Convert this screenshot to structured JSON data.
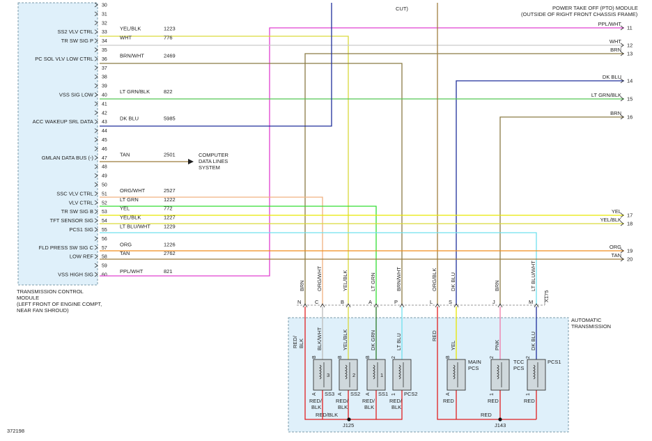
{
  "top_note": "CUT)",
  "pto_module": {
    "line1": "POWER TAKE OFF (PTO) MODULE",
    "line2": "(OUTSIDE OF RIGHT FRONT CHASSIS FRAME)"
  },
  "tcm": {
    "line1": "TRANSMISSION CONTROL",
    "line2": "MODULE",
    "line3": "(LEFT FRONT OF ENGINE COMPT,",
    "line4": "NEAR FAN SHROUD)"
  },
  "tcm_pins": [
    "30",
    "31",
    "32",
    "33",
    "34",
    "35",
    "36",
    "37",
    "38",
    "39",
    "40",
    "41",
    "42",
    "43",
    "44",
    "45",
    "46",
    "47",
    "48",
    "49",
    "50",
    "51",
    "52",
    "53",
    "54",
    "55",
    "56",
    "57",
    "58",
    "59",
    "60"
  ],
  "tcm_signals": [
    {
      "pin": "33",
      "label": "SS2 VLV CTRL",
      "color": "YEL/BLK",
      "circuit": "1223",
      "wire": "#d9d93a"
    },
    {
      "pin": "34",
      "label": "TR SW SIG P",
      "color": "WHT",
      "circuit": "776",
      "wire": "#c9c9c9"
    },
    {
      "pin": "36",
      "label": "PC SOL VLV LOW CTRL",
      "color": "BRN/WHT",
      "circuit": "2469",
      "wire": "#8a7a45"
    },
    {
      "pin": "40",
      "label": "VSS SIG LOW",
      "color": "LT GRN/BLK",
      "circuit": "822",
      "wire": "#55c855"
    },
    {
      "pin": "43",
      "label": "ACC WAKEUP SRL DATA",
      "color": "DK BLU",
      "circuit": "5985",
      "wire": "#1f2f9a"
    },
    {
      "pin": "47",
      "label": "GMLAN DATA BUS (-)",
      "color": "TAN",
      "circuit": "2501",
      "wire": "#9a7b3a"
    },
    {
      "pin": "51",
      "label": "SSC VLV CTRL",
      "color": "ORG/WHT",
      "circuit": "2527",
      "wire": "#f0b080"
    },
    {
      "pin": "52",
      "label": "VLV CTRL",
      "color": "LT GRN",
      "circuit": "1222",
      "wire": "#33dd33"
    },
    {
      "pin": "53",
      "label": "TR SW SIG B",
      "color": "YEL",
      "circuit": "772",
      "wire": "#e8e800"
    },
    {
      "pin": "54",
      "label": "TFT SENSOR SIG",
      "color": "YEL/BLK",
      "circuit": "1227",
      "wire": "#d9d93a"
    },
    {
      "pin": "55",
      "label": "PCS1 SIG",
      "color": "LT BLU/WHT",
      "circuit": "1229",
      "wire": "#6fe0ee"
    },
    {
      "pin": "57",
      "label": "FLD PRESS SW SIG C",
      "color": "ORG",
      "circuit": "1226",
      "wire": "#f08c1a"
    },
    {
      "pin": "58",
      "label": "LOW REF",
      "color": "TAN",
      "circuit": "2762",
      "wire": "#9a7b3a"
    },
    {
      "pin": "60",
      "label": "VSS HIGH SIG",
      "color": "PPL/WHT",
      "circuit": "821",
      "wire": "#e040d0"
    }
  ],
  "data_lines": {
    "line1": "COMPUTER",
    "line2": "DATA LINES",
    "line3": "SYSTEM"
  },
  "pto_pins": [
    {
      "num": "11",
      "color": "PPL/WHT"
    },
    {
      "num": "12",
      "color": "WHT"
    },
    {
      "num": "13",
      "color": "BRN"
    },
    {
      "num": "14",
      "color": "DK BLU"
    },
    {
      "num": "15",
      "color": "LT GRN/BLK"
    },
    {
      "num": "16",
      "color": "BRN"
    },
    {
      "num": "17",
      "color": "YEL"
    },
    {
      "num": "18",
      "color": "YEL/BLK"
    },
    {
      "num": "19",
      "color": "ORG"
    },
    {
      "num": "20",
      "color": "TAN"
    }
  ],
  "connector_wires": [
    {
      "pin": "N",
      "color": "BRN"
    },
    {
      "pin": "C",
      "color": "ORG/WHT"
    },
    {
      "pin": "B",
      "color": "YEL/BLK"
    },
    {
      "pin": "A",
      "color": "LT GRN"
    },
    {
      "pin": "P",
      "color": "BRN/WHT"
    },
    {
      "pin": "L",
      "color": "ORG/BLK"
    },
    {
      "pin": "S",
      "color": "DK BLU"
    },
    {
      "pin": "J",
      "color": "BRN"
    },
    {
      "pin": "M",
      "color": "LT BLU/WHT"
    }
  ],
  "connector_id": "X175",
  "transmission": {
    "line1": "AUTOMATIC",
    "line2": "TRANSMISSION"
  },
  "solenoids": [
    {
      "name": "SS3",
      "inner": "3",
      "top_pin": "B",
      "top_color": "BLK/WHT",
      "bot_pin": "A"
    },
    {
      "name": "SS2",
      "inner": "2",
      "top_pin": "B",
      "top_color": "YEL/BLK",
      "bot_pin": "A"
    },
    {
      "name": "SS1",
      "inner": "1",
      "top_pin": "B",
      "top_color": "DK GRN",
      "bot_pin": "A"
    },
    {
      "name": "PCS2",
      "inner": "",
      "top_pin": "2",
      "top_color": "LT BLU",
      "bot_pin": "1"
    },
    {
      "name": "MAIN PCS",
      "inner": "",
      "top_pin": "B",
      "top_color": "YEL",
      "bot_pin": "A"
    },
    {
      "name": "TCC PCS",
      "inner": "",
      "top_pin": "2",
      "top_color": "PNK",
      "bot_pin": "1"
    },
    {
      "name": "PCS1",
      "inner": "",
      "top_pin": "2",
      "top_color": "DK BLU",
      "bot_pin": "1"
    }
  ],
  "inner_labels": {
    "red_blk": "RED/BLK",
    "red_blk_l1": "RED/",
    "red_blk_l2": "BLK",
    "red": "RED",
    "main_pcs_l1": "MAIN",
    "main_pcs_l2": "PCS",
    "tcc_pcs_l1": "TCC",
    "tcc_pcs_l2": "PCS"
  },
  "splices": [
    "J125",
    "J143"
  ],
  "figure_id": "372198"
}
